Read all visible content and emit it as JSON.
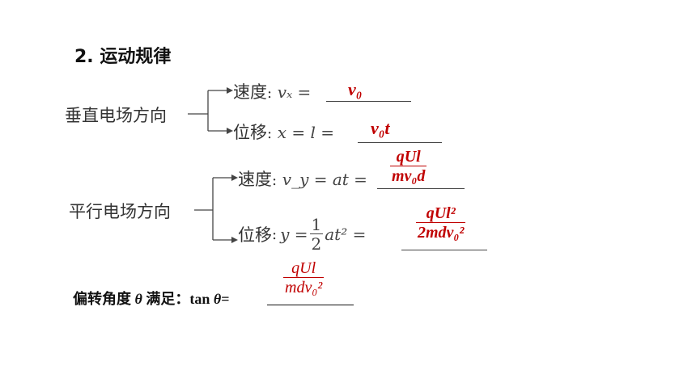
{
  "heading": "2. 运动规律",
  "perpendicular": {
    "group_label": "垂直电场方向",
    "velocity_label": "速度",
    "velocity_expr": "vₓ =",
    "velocity_answer": "v₀",
    "displacement_label": "位移",
    "displacement_expr": "x = l =",
    "displacement_answer": "v₀t"
  },
  "parallel": {
    "group_label": "平行电场方向",
    "velocity_label": "速度",
    "velocity_expr": "v_y = at =",
    "velocity_answer_num": "qUl",
    "velocity_answer_den": "mv₀d",
    "displacement_label": "位移",
    "displacement_expr_left": "y =",
    "displacement_half_num": "1",
    "displacement_half_den": "2",
    "displacement_expr_right": "at² =",
    "displacement_answer_num": "qUl²",
    "displacement_answer_den": "2mdv₀²"
  },
  "deflection": {
    "label": "偏转角度",
    "theta": "θ",
    "satisfies": "满足：tan",
    "theta2": "θ",
    "equals": "=",
    "answer_num": "qUl",
    "answer_den": "mdv₀²"
  },
  "colors": {
    "answer": "#c00000",
    "text": "#333333"
  }
}
